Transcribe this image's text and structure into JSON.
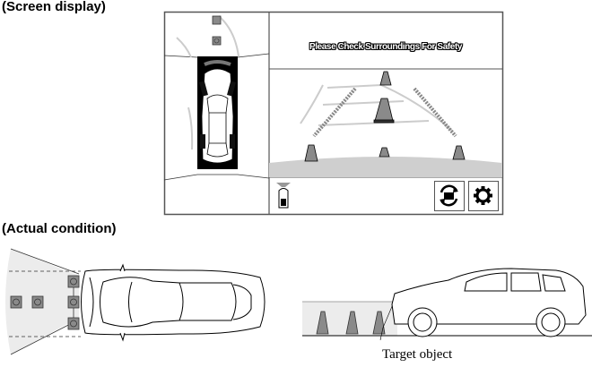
{
  "headings": {
    "screen_display": "(Screen display)",
    "actual_condition": "(Actual condition)"
  },
  "screen": {
    "message": "Please Check Surroundings For Safety",
    "buttons": [
      {
        "name": "camera-switch",
        "icon": "rotate-camera-icon"
      },
      {
        "name": "settings",
        "icon": "gear-icon"
      }
    ]
  },
  "actual": {
    "label": "Target object"
  },
  "colors": {
    "obstacle_gray": "#8a8a8a",
    "guide_gray": "#c8c8c8",
    "ground_gray": "#cfcfcf",
    "fan_gray": "#ececec"
  }
}
